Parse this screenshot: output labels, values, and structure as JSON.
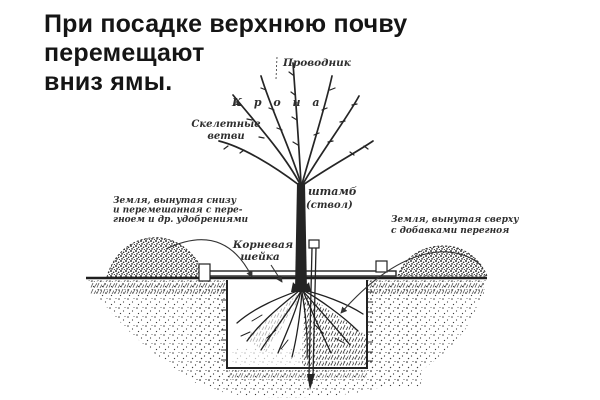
{
  "title": {
    "line1": "При посадке верхнюю почву перемещают",
    "line2": "вниз ямы."
  },
  "labels": {
    "leader": "Проводник",
    "crown": "К р о н а",
    "skeletal1": "Скелетные",
    "skeletal2": "ветви",
    "trunk1": "штамб",
    "trunk2": "(ствол)",
    "collar1": "Корневая",
    "collar2": "шейка",
    "soil_left1": "Земля, вынутая снизу",
    "soil_left2": "и перемешанная с пере-",
    "soil_left3": "гноем и др. удобрениями",
    "soil_right1": "Земля, вынутая сверху",
    "soil_right2": "с добавками перегноя"
  },
  "colors": {
    "ink": "#2b2b2b",
    "title_text": "#151515",
    "background": "#ffffff"
  }
}
